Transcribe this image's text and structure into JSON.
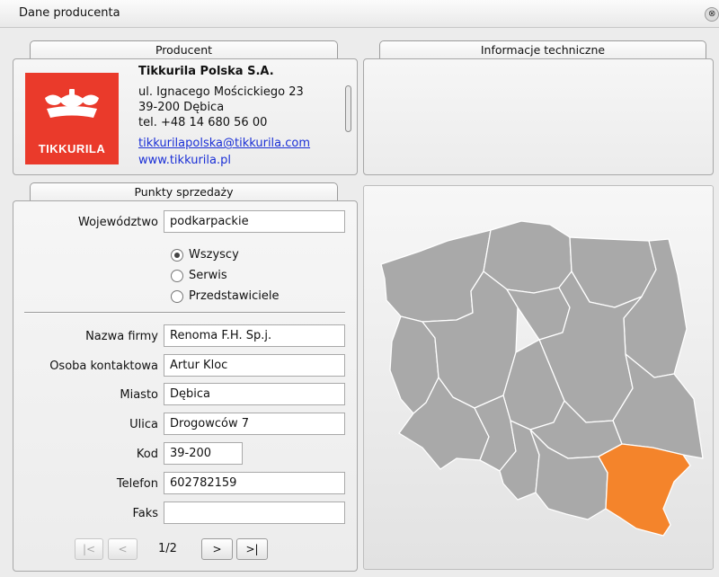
{
  "window": {
    "title": "Dane producenta",
    "close_glyph": "⊗"
  },
  "tabs": {
    "producer": "Producent",
    "technical": "Informacje techniczne",
    "points": "Punkty sprzedaży"
  },
  "producer": {
    "logo_text": "TIKKURILA",
    "name": "Tikkurila Polska S.A.",
    "street": "ul. Ignacego Mościckiego 23",
    "city": "39-200 Dębica",
    "phone": "tel. +48 14 680 56 00",
    "email": "tikkurilapolska@tikkurila.com",
    "website": "www.tikkurila.pl"
  },
  "filter": {
    "voivodeship_label": "Województwo",
    "voivodeship_value": "podkarpackie",
    "options": [
      "Wszyscy",
      "Serwis",
      "Przedstawiciele"
    ],
    "selected_index": 0
  },
  "details": {
    "company_label": "Nazwa firmy",
    "company_value": "Renoma F.H. Sp.j.",
    "contact_label": "Osoba kontaktowa",
    "contact_value": "Artur Kloc",
    "city_label": "Miasto",
    "city_value": "Dębica",
    "street_label": "Ulica",
    "street_value": "Drogowców 7",
    "postal_label": "Kod",
    "postal_value": "39-200",
    "phone_label": "Telefon",
    "phone_value": "602782159",
    "fax_label": "Faks",
    "fax_value": ""
  },
  "pagination": {
    "first": "|<",
    "prev": "<",
    "current": "1/2",
    "next": ">",
    "last": ">|"
  },
  "map": {
    "region_color": "#f4842b",
    "region_fill": "#a9a9a9",
    "border_color": "#ffffff",
    "highlighted": "podkarpackie"
  },
  "colors": {
    "brand": "#ea3a2b",
    "link": "#1a2fd6"
  }
}
